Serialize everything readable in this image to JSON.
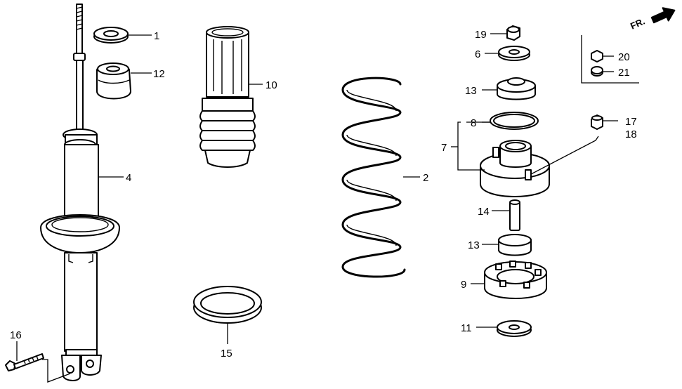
{
  "direction": {
    "text": "FR.",
    "icon": "arrow-right-icon"
  },
  "callouts": {
    "p1": "1",
    "p2": "2",
    "p4": "4",
    "p6": "6",
    "p7": "7",
    "p8": "8",
    "p9": "9",
    "p10": "10",
    "p11": "11",
    "p12": "12",
    "p13a": "13",
    "p13b": "13",
    "p14": "14",
    "p15": "15",
    "p16": "16",
    "p17": "17",
    "p18": "18",
    "p19": "19",
    "p20": "20",
    "p21": "21"
  }
}
